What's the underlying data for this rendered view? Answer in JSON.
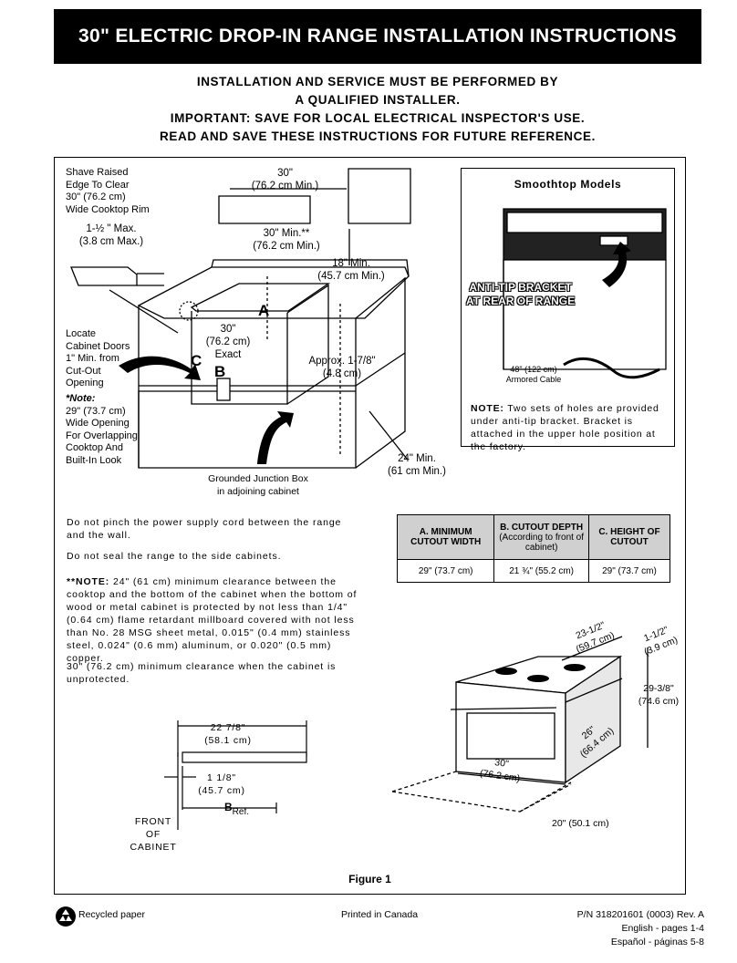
{
  "title": "30\" ELECTRIC DROP-IN RANGE INSTALLATION INSTRUCTIONS",
  "headings": [
    "INSTALLATION AND SERVICE MUST BE PERFORMED BY",
    "A QUALIFIED INSTALLER.",
    "IMPORTANT: SAVE FOR LOCAL ELECTRICAL INSPECTOR'S USE.",
    "READ AND SAVE THESE INSTRUCTIONS FOR FUTURE REFERENCE."
  ],
  "cabinet_diagram": {
    "shave_edge": [
      "Shave Raised",
      "Edge To Clear",
      "30\" (76.2 cm)",
      "Wide Cooktop Rim"
    ],
    "max_thickness": [
      "1-½ \" Max.",
      "(3.8 cm Max.)"
    ],
    "top_width": [
      "30\"",
      "(76.2 cm Min.)"
    ],
    "min_30": [
      "30\" Min.**",
      "(76.2 cm Min.)"
    ],
    "min_18": [
      "18\" Min.",
      "(45.7 cm Min.)"
    ],
    "locate_doors": [
      "Locate",
      "Cabinet Doors",
      "1\" Min. from",
      "Cut-Out",
      "Opening"
    ],
    "note_title": "*Note:",
    "note_lines": [
      "29\" (73.7 cm)",
      "Wide Opening",
      "For Overlapping",
      "Cooktop And",
      "Built-In Look"
    ],
    "exact": [
      "30\"",
      "(76.2 cm)",
      "Exact"
    ],
    "letter_a": "A",
    "letter_b": "B",
    "letter_c": "C",
    "approx": [
      "Approx. 1-7/8\"",
      "(4.8 cm)"
    ],
    "min_24": [
      "24\" Min.",
      "(61 cm Min.)"
    ],
    "junction": [
      "Grounded Junction Box",
      "in adjoining cabinet"
    ]
  },
  "smoothtop": {
    "title": "Smoothtop Models",
    "bracket_label": [
      "ANTI-TIP BRACKET",
      "AT REAR OF RANGE"
    ],
    "cable": [
      "48\" (122 cm)",
      "Armored Cable"
    ],
    "note_label": "NOTE:",
    "note_text": "Two sets of holes are provided under anti-tip bracket. Bracket is attached in the upper hole position at the factory."
  },
  "paragraphs": {
    "p1": "Do not pinch the power supply cord between the range and the wall.",
    "p2": "Do not seal the range to the side cabinets.",
    "p3_label": "**NOTE:",
    "p3": "24\" (61 cm) minimum clearance between the cooktop and the bottom of the cabinet when the bottom of wood or metal cabinet is protected by not less than 1/4\" (0.64 cm) flame retardant millboard covered with not less than No. 28 MSG sheet metal, 0.015\" (0.4 mm) stainless steel, 0.024\" (0.6 mm) aluminum, or 0.020\" (0.5 mm) copper.",
    "p4": "30\" (76.2 cm) minimum clearance when the cabinet is unprotected."
  },
  "table": {
    "headers": [
      {
        "main": "A. MINIMUM CUTOUT WIDTH",
        "sub": ""
      },
      {
        "main": "B. CUTOUT DEPTH",
        "sub": "(According to front of cabinet)"
      },
      {
        "main": "C. HEIGHT OF CUTOUT",
        "sub": ""
      }
    ],
    "values": [
      "29\" (73.7 cm)",
      "21 ¾\" (55.2 cm)",
      "29\" (73.7 cm)"
    ]
  },
  "cross_section": {
    "width": [
      "22 7/8\"",
      "(58.1 cm)"
    ],
    "lip": [
      "1 1/8\"",
      "(45.7 cm)"
    ],
    "b_ref_letter": "B",
    "b_ref_sub": "Ref.",
    "front": [
      "FRONT",
      "OF",
      "CABINET"
    ]
  },
  "range_dims": {
    "d1": [
      "23-1/2\"",
      "(59.7 cm)"
    ],
    "d2": [
      "1-1/2\"",
      "(3.9 cm)"
    ],
    "d3": [
      "29-3/8\"",
      "(74.6 cm)"
    ],
    "d4": [
      "26\"",
      "(66.4 cm)"
    ],
    "d5": [
      "30\"",
      "(76.2 cm)"
    ],
    "d6": "20\" (50.1 cm)"
  },
  "figure_caption": "Figure 1",
  "footer": {
    "recycled": "Recycled paper",
    "printed": "Printed in Canada",
    "pn": "P/N 318201601 (0003) Rev. A",
    "english": "English - pages 1-4",
    "espanol": "Español - páginas 5-8"
  }
}
